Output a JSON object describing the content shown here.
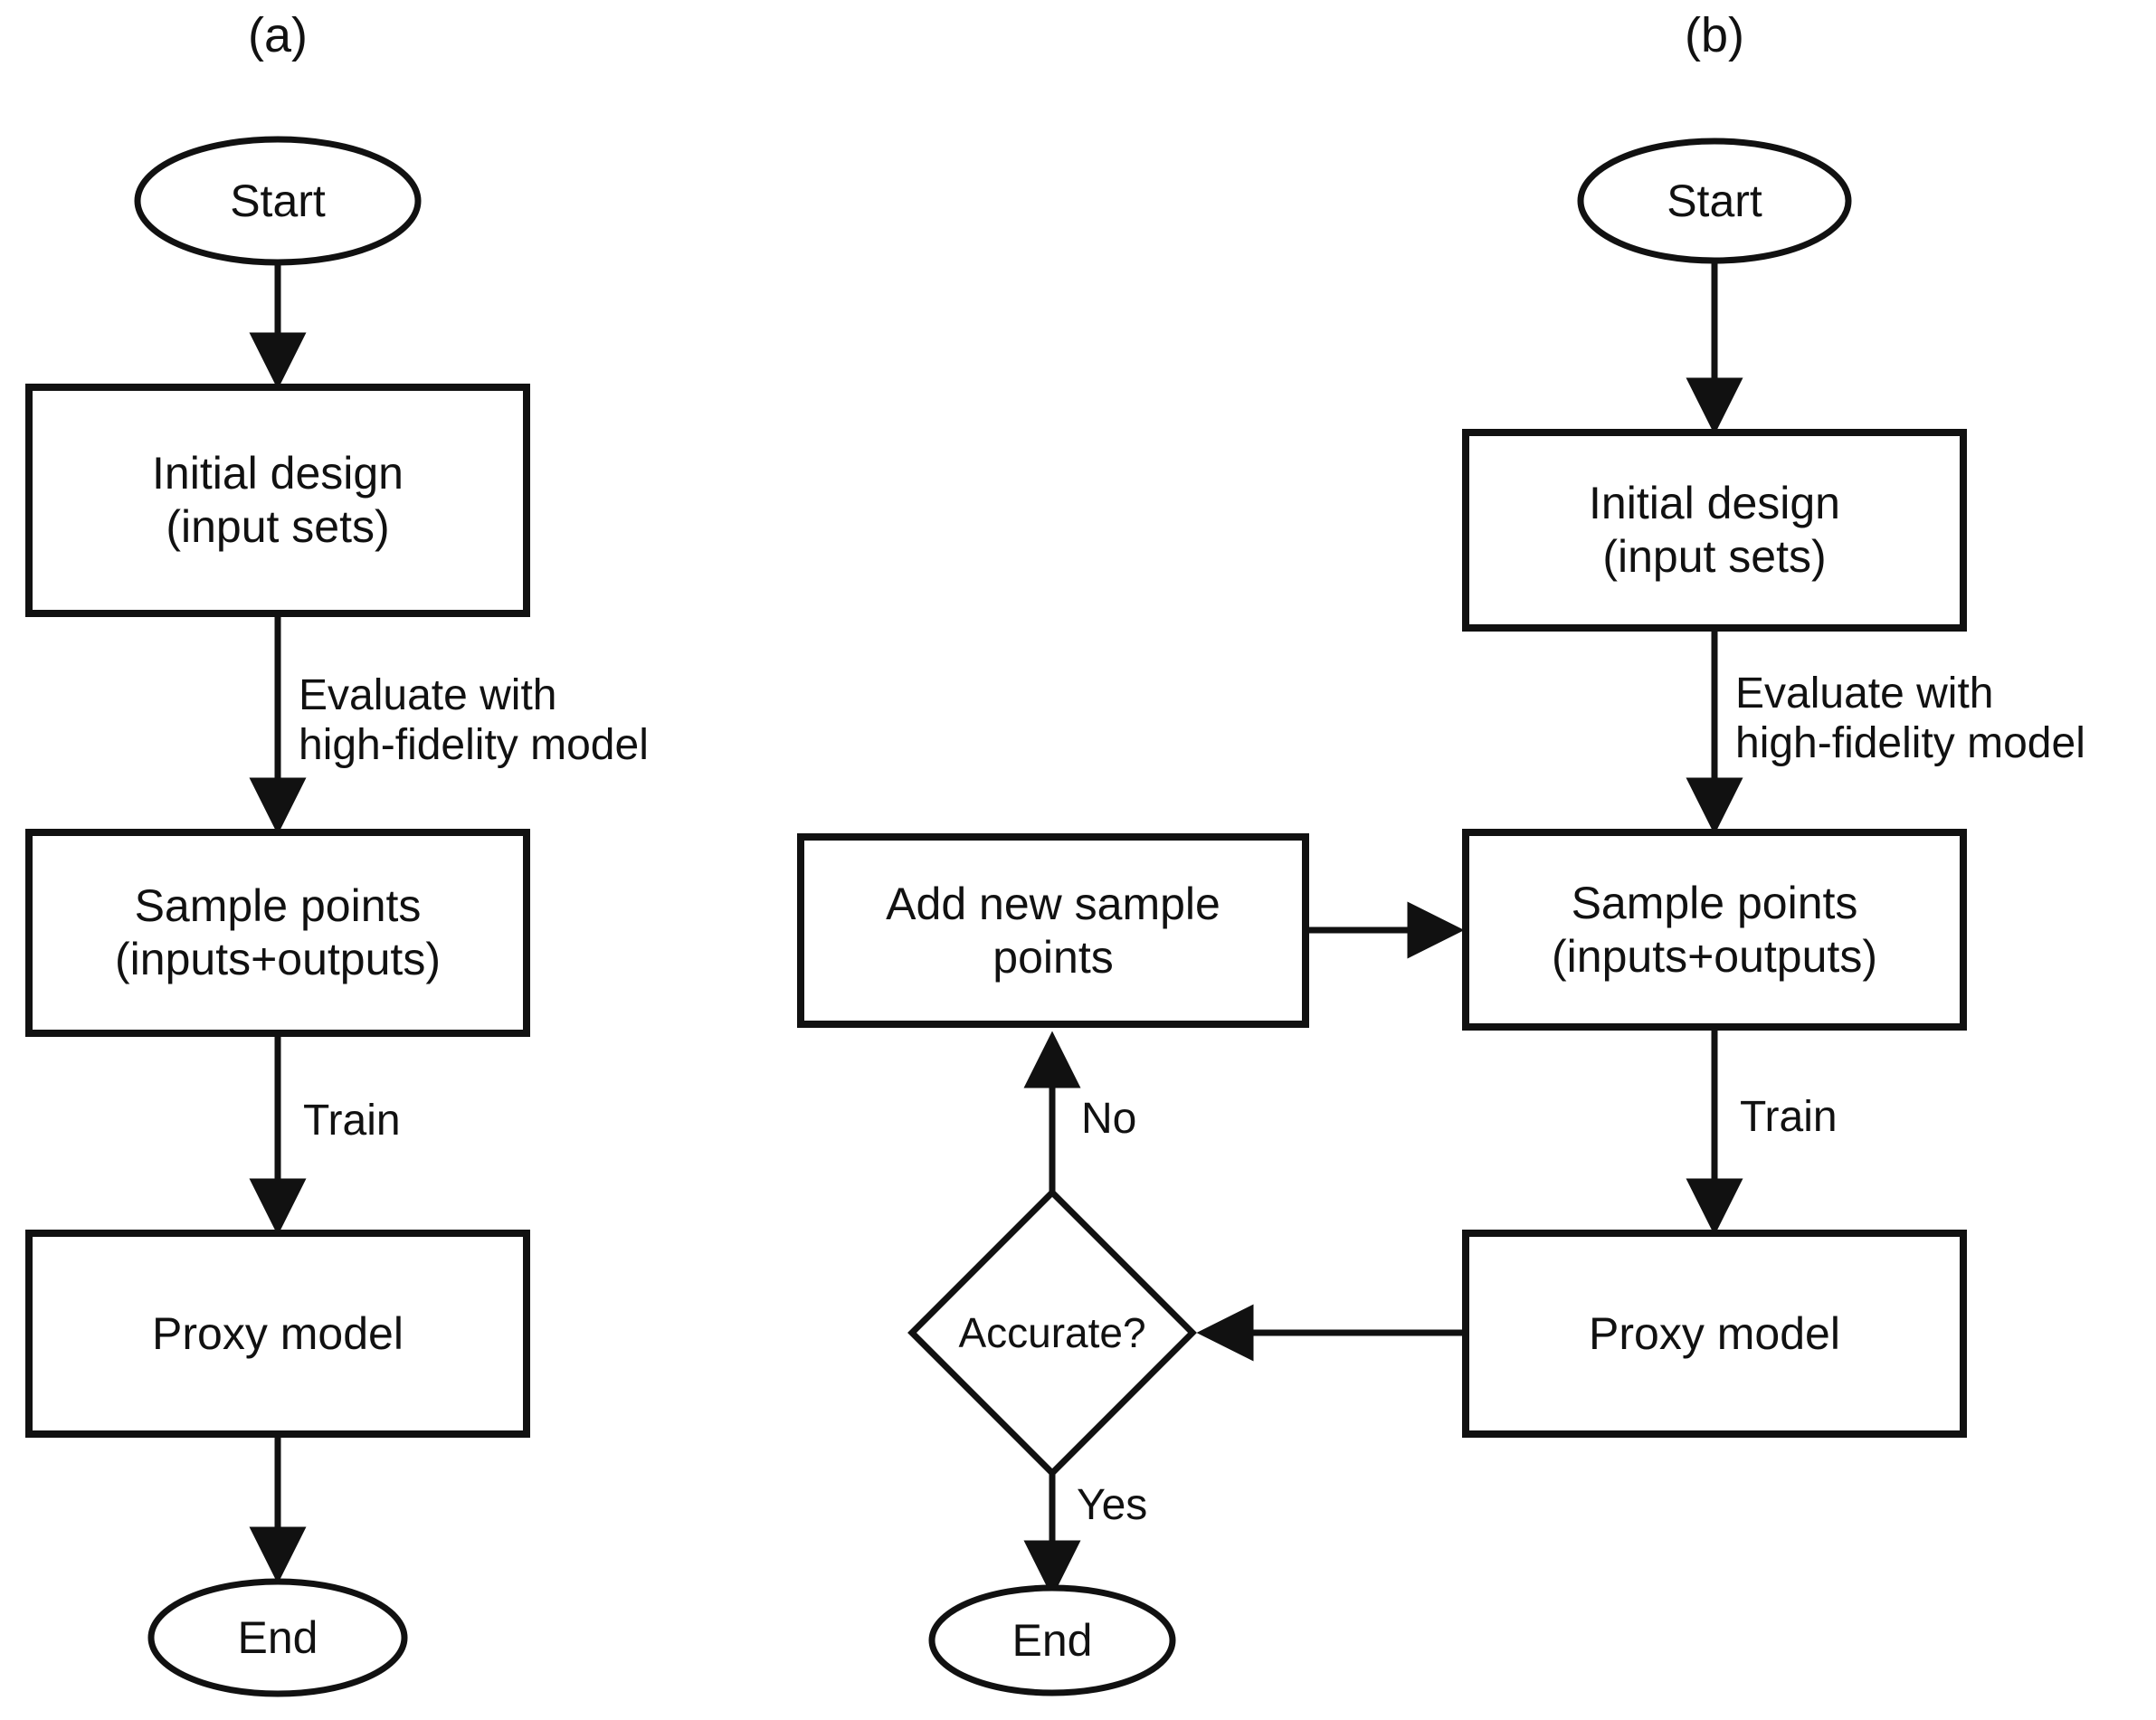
{
  "figure": {
    "type": "flowchart",
    "background_color": "#ffffff",
    "stroke_color": "#111111",
    "text_color": "#111111",
    "panels": [
      {
        "id": "panel-a",
        "label": "(a)",
        "title": "(a)",
        "nodes": [
          {
            "id": "a-start",
            "shape": "ellipse",
            "label": "Start"
          },
          {
            "id": "a-initial-design",
            "shape": "rect",
            "label_lines": [
              "Initial design",
              "(input sets)"
            ]
          },
          {
            "id": "a-sample-points",
            "shape": "rect",
            "label_lines": [
              "Sample points",
              "(inputs+outputs)"
            ]
          },
          {
            "id": "a-proxy-model",
            "shape": "rect",
            "label_lines": [
              "Proxy model"
            ]
          },
          {
            "id": "a-end",
            "shape": "ellipse",
            "label": "End"
          }
        ],
        "edges": [
          {
            "from": "a-start",
            "to": "a-initial-design",
            "label_lines": []
          },
          {
            "from": "a-initial-design",
            "to": "a-sample-points",
            "label_lines": [
              "Evaluate with",
              "high-fidelity model"
            ]
          },
          {
            "from": "a-sample-points",
            "to": "a-proxy-model",
            "label_lines": [
              "Train"
            ]
          },
          {
            "from": "a-proxy-model",
            "to": "a-end",
            "label_lines": []
          }
        ]
      },
      {
        "id": "panel-b",
        "label": "(b)",
        "title": "(b)",
        "nodes": [
          {
            "id": "b-start",
            "shape": "ellipse",
            "label": "Start"
          },
          {
            "id": "b-initial-design",
            "shape": "rect",
            "label_lines": [
              "Initial design",
              "(input sets)"
            ]
          },
          {
            "id": "b-sample-points",
            "shape": "rect",
            "label_lines": [
              "Sample points",
              "(inputs+outputs)"
            ]
          },
          {
            "id": "b-proxy-model",
            "shape": "rect",
            "label_lines": [
              "Proxy model"
            ]
          },
          {
            "id": "b-add-new-sample-points",
            "shape": "rect",
            "label_lines": [
              "Add new sample",
              "points"
            ]
          },
          {
            "id": "b-accurate",
            "shape": "diamond",
            "label": "Accurate?"
          },
          {
            "id": "b-end",
            "shape": "ellipse",
            "label": "End"
          }
        ],
        "edges": [
          {
            "from": "b-start",
            "to": "b-initial-design",
            "label_lines": []
          },
          {
            "from": "b-initial-design",
            "to": "b-sample-points",
            "label_lines": [
              "Evaluate with",
              "high-fidelity model"
            ]
          },
          {
            "from": "b-sample-points",
            "to": "b-proxy-model",
            "label_lines": [
              "Train"
            ]
          },
          {
            "from": "b-proxy-model",
            "to": "b-accurate",
            "label_lines": []
          },
          {
            "from": "b-accurate",
            "to": "b-add-new-sample-points",
            "label_lines": [
              "No"
            ]
          },
          {
            "from": "b-add-new-sample-points",
            "to": "b-sample-points",
            "label_lines": []
          },
          {
            "from": "b-accurate",
            "to": "b-end",
            "label_lines": [
              "Yes"
            ]
          }
        ]
      }
    ]
  },
  "text": {
    "panel_a_title": "(a)",
    "panel_b_title": "(b)",
    "start": "Start",
    "end": "End",
    "initial_design_l1": "Initial design",
    "initial_design_l2": "(input sets)",
    "sample_points_l1": "Sample points",
    "sample_points_l2": "(inputs+outputs)",
    "proxy_model": "Proxy model",
    "add_new_sample_l1": "Add new sample",
    "add_new_sample_l2": "points",
    "accurate": "Accurate?",
    "evaluate_l1": "Evaluate with",
    "evaluate_l2": "high-fidelity model",
    "train": "Train",
    "no": "No",
    "yes": "Yes"
  }
}
